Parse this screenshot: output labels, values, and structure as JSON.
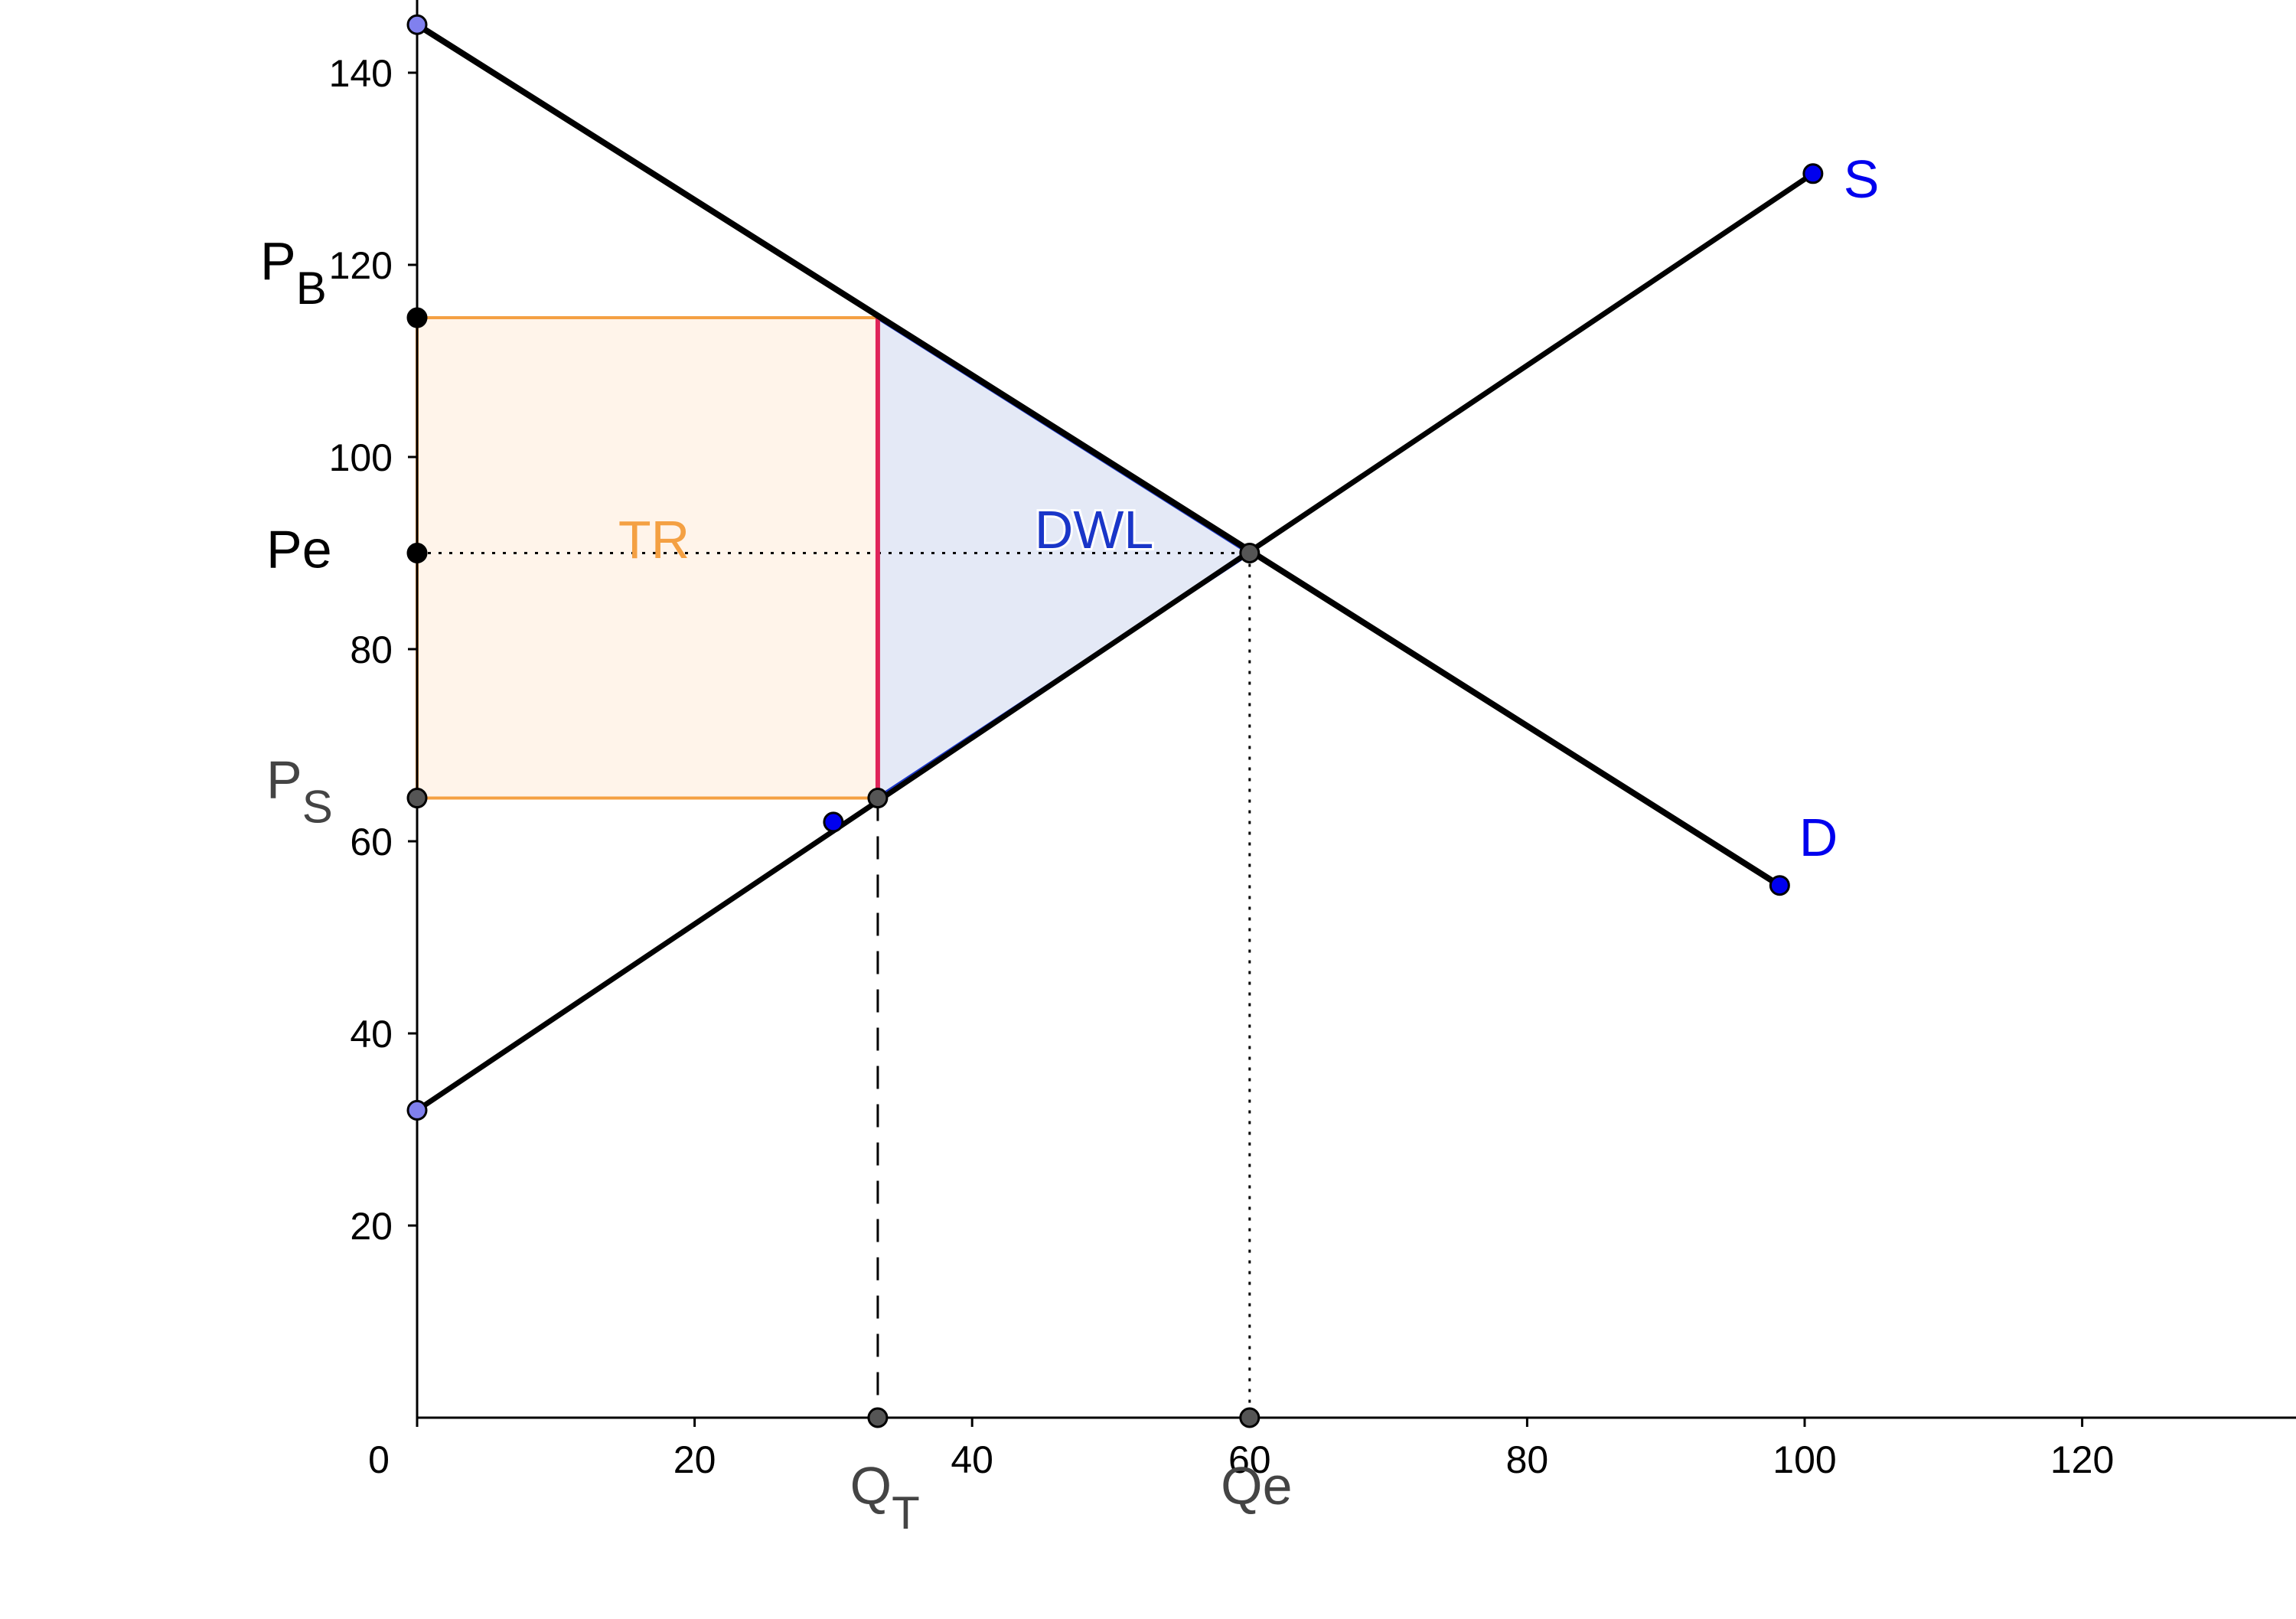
{
  "chart_data": {
    "type": "line",
    "title": "",
    "xlabel": "",
    "ylabel": "",
    "xlim": [
      0,
      135
    ],
    "ylim": [
      0,
      147
    ],
    "x_ticks": [
      0,
      20,
      40,
      60,
      80,
      100,
      120
    ],
    "y_ticks": [
      20,
      40,
      60,
      80,
      100,
      120,
      140
    ],
    "x_tick_labels": [
      "0",
      "20",
      "40",
      "60",
      "80",
      "100",
      "120"
    ],
    "y_tick_labels": [
      "20",
      "40",
      "60",
      "80",
      "100",
      "120",
      "140"
    ],
    "grid": false,
    "series": [
      {
        "name": "D",
        "x": [
          0,
          98.2
        ],
        "y": [
          145,
          55.4
        ]
      },
      {
        "name": "S",
        "x": [
          0,
          100.6
        ],
        "y": [
          32,
          129.5
        ]
      }
    ],
    "points": {
      "demand_start": {
        "x": 0,
        "y": 145
      },
      "demand_end": {
        "x": 98.2,
        "y": 55.4
      },
      "supply_start": {
        "x": 0,
        "y": 32
      },
      "supply_end": {
        "x": 100.6,
        "y": 129.5
      },
      "supply_marker": {
        "x": 30,
        "y": 62
      },
      "equilibrium": {
        "x": 60,
        "y": 90
      },
      "buyer_price": {
        "x": 0,
        "y": 114.5
      },
      "seller_price": {
        "x": 0,
        "y": 64.5
      },
      "eq_price": {
        "x": 0,
        "y": 90
      },
      "tax_quantity": {
        "x": 33.2,
        "y": 64.5
      },
      "qt_axis": {
        "x": 33.2,
        "y": 0
      },
      "qe_axis": {
        "x": 60,
        "y": 0
      }
    },
    "regions": {
      "tr": {
        "label": "TR",
        "x0": 0,
        "x1": 33.2,
        "y0": 64.5,
        "y1": 114.5,
        "fill": "#fff4ea",
        "stroke": "#f4a043"
      },
      "dwl": {
        "label": "DWL",
        "points": [
          [
            33.2,
            114.5
          ],
          [
            60,
            90
          ],
          [
            33.2,
            64.5
          ]
        ],
        "fill": "#e4e9f6",
        "stroke": "#1a36c8"
      }
    },
    "labels": {
      "P_main": "P",
      "PB_sub": "B",
      "PS_sub": "S",
      "Pe": "Pe",
      "Q_main": "Q",
      "QT_sub": "T",
      "Qe": "Qe",
      "S_curve": "S",
      "D_curve": "D"
    },
    "colors": {
      "curve": "#000000",
      "endpoint": "#8080ee",
      "curve_marker": "#0000ee",
      "curve_label": "#0000ee",
      "dwl_label": "#1a36c8",
      "tr_label": "#f4a043",
      "gray_label": "#444444",
      "gray_point": "#555555",
      "red_line": "#e0245a"
    }
  }
}
